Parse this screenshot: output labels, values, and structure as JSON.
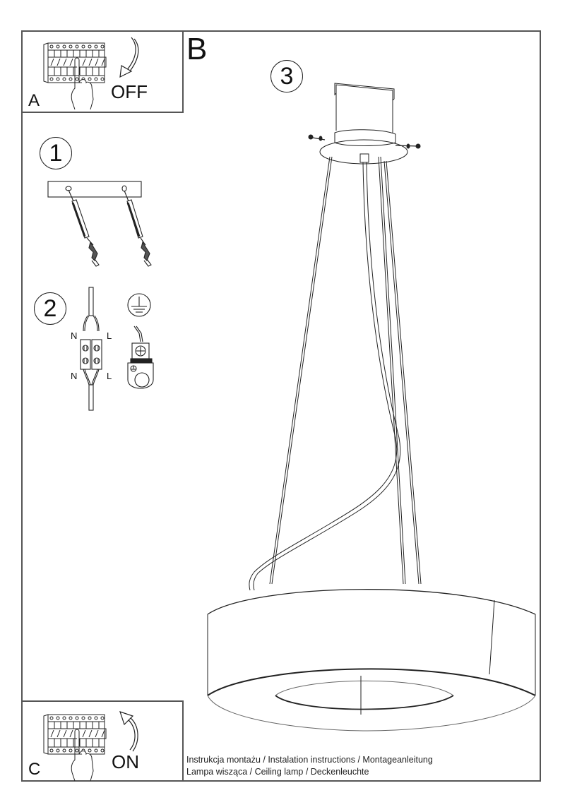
{
  "document": {
    "title_lines": [
      "Instrukcja montażu / Instalation instructions / Montageanleitung",
      "Lampa wisząca / Ceiling lamp / Deckenleuchte"
    ]
  },
  "panels": {
    "a": {
      "letter": "A",
      "state": "OFF",
      "icon": "circuit-breaker-off-icon"
    },
    "b": {
      "letter": "B"
    },
    "c": {
      "letter": "C",
      "state": "ON",
      "icon": "circuit-breaker-on-icon"
    }
  },
  "steps": [
    {
      "number": "1",
      "description_icon": "mounting-bracket-with-screws-and-dowels"
    },
    {
      "number": "2",
      "description_icon": "wiring-terminal-and-ground-connector",
      "terminal_labels": {
        "top_left": "N",
        "top_right": "L",
        "bottom_left": "N",
        "bottom_right": "L"
      }
    },
    {
      "number": "3",
      "description_icon": "assembled-ring-pendant-lamp"
    }
  ],
  "colors": {
    "line": "#222222",
    "frame": "#555555",
    "background": "#ffffff"
  }
}
